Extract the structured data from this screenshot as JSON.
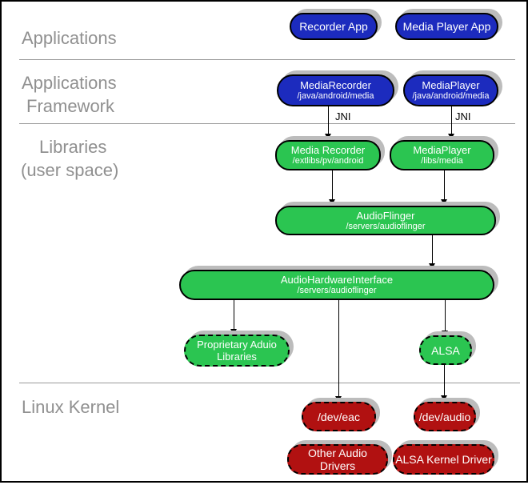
{
  "layer_labels": {
    "applications": "Applications",
    "framework_line1": "Applications",
    "framework_line2": "Framework",
    "libraries_line1": "Libraries",
    "libraries_line2": "(user space)",
    "linux_kernel": "Linux Kernel"
  },
  "edge_labels": {
    "jni_left": "JNI",
    "jni_right": "JNI"
  },
  "nodes": {
    "recorder_app": {
      "title": "Recorder App"
    },
    "media_player_app": {
      "title": "Media Player App"
    },
    "media_recorder_fw": {
      "title": "MediaRecorder",
      "path": "/java/android/media"
    },
    "media_player_fw": {
      "title": "MediaPlayer",
      "path": "/java/android/media"
    },
    "media_recorder_lib": {
      "title": "Media Recorder",
      "path": "/extlibs/pv/android"
    },
    "media_player_lib": {
      "title": "MediaPlayer",
      "path": "/libs/media"
    },
    "audio_flinger": {
      "title": "AudioFlinger",
      "path": "/servers/audioflinger"
    },
    "audio_hardware_interface": {
      "title": "AudioHardwareInterface",
      "path": "/servers/audioflinger"
    },
    "proprietary_audio": {
      "title_line1": "Proprietary Aduio",
      "title_line2": "Libraries"
    },
    "alsa": {
      "title": "ALSA"
    },
    "dev_eac": {
      "title": "/dev/eac"
    },
    "dev_audio": {
      "title": "/dev/audio"
    },
    "other_audio_drivers": {
      "title": "Other Audio Drivers"
    },
    "alsa_kernel_driver": {
      "title": "ALSA Kernel Driver"
    }
  },
  "colors": {
    "app_blue": "#1c2bbe",
    "lib_green": "#2bc551",
    "kernel_red": "#b11111",
    "shadow": "#bcbcbc",
    "label_gray": "#909090",
    "divider_gray": "#9a9a9a",
    "box_text": "#ffffff",
    "line_black": "#000000"
  }
}
